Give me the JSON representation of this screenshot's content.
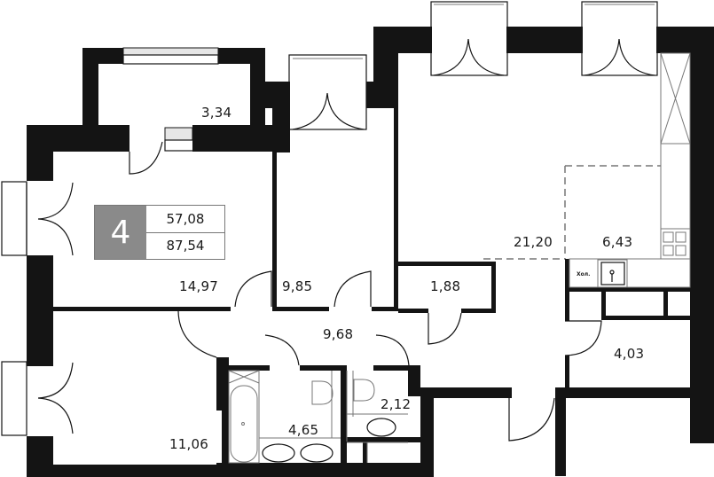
{
  "apartment": {
    "rooms_count": "4",
    "living_area": "57,08",
    "total_area": "87,54"
  },
  "rooms": [
    {
      "id": "storage-top",
      "area": "3,34"
    },
    {
      "id": "bedroom-1",
      "area": "14,97"
    },
    {
      "id": "bedroom-2",
      "area": "9,85"
    },
    {
      "id": "closet",
      "area": "1,88"
    },
    {
      "id": "living-room",
      "area": "21,20"
    },
    {
      "id": "kitchen",
      "area": "6,43"
    },
    {
      "id": "hallway",
      "area": "9,68"
    },
    {
      "id": "utility",
      "area": "4,03"
    },
    {
      "id": "bathroom",
      "area": "4,65"
    },
    {
      "id": "toilet",
      "area": "2,12"
    },
    {
      "id": "bedroom-3",
      "area": "11,06"
    }
  ],
  "annotations": {
    "fridge_label": "Хол."
  },
  "colors": {
    "wall": "#141414",
    "badge_bg": "#8a8a8a",
    "badge_text": "#ffffff",
    "line_grey": "#777777"
  }
}
